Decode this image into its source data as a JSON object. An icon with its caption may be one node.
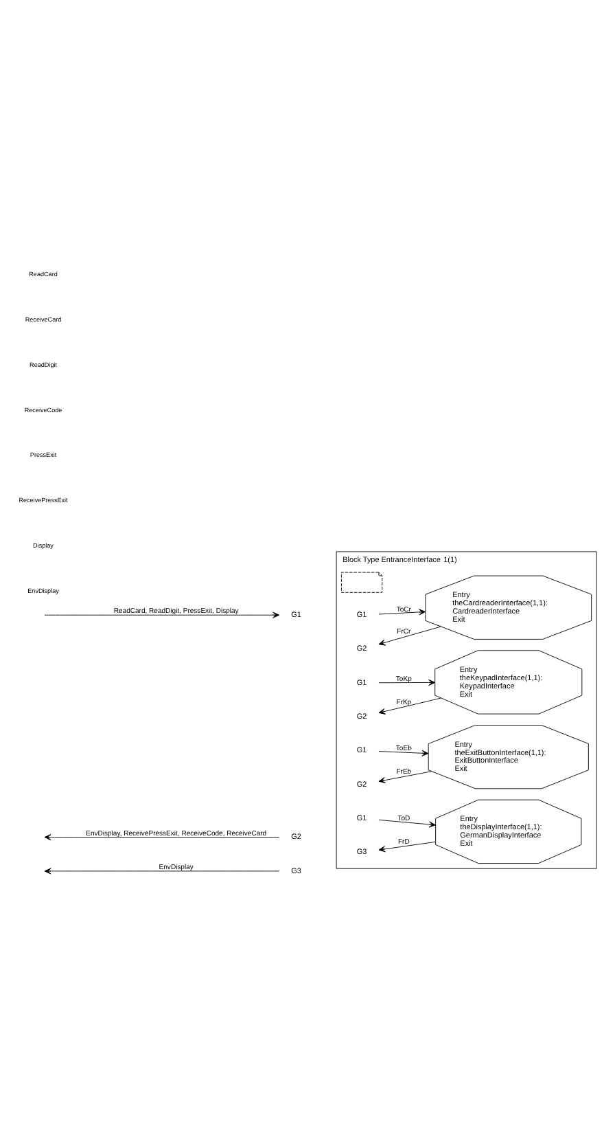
{
  "diagram": {
    "nodes": [
      {
        "text": [
          "Block Type EntranceInterface"
        ],
        "beside": [
          "1(1)"
        ]
      },
      {
        "text": [],
        "shape": "note",
        "in": 0
      },
      {
        "text": [
          "G1"
        ]
      },
      {
        "text": [
          "G1"
        ],
        "in": 0
      },
      {
        "text": [
          "Entry",
          "theCardreaderInterface(1,1): CardreaderInterface",
          "Exit"
        ],
        "in": 0
      },
      {
        "text": [
          "G2"
        ],
        "in": 0
      },
      {
        "text": [
          "G1"
        ],
        "in": 0
      },
      {
        "text": [
          "Entry",
          "theKeypadInterface(1,1): KeypadInterface",
          "Exit"
        ],
        "in": 0
      },
      {
        "text": [
          "G2"
        ],
        "in": 0
      },
      {
        "text": [
          "G1"
        ],
        "in": 0
      },
      {
        "text": [
          "Entry",
          "theExitButtonInterface(1,1): ExitButtonInterface",
          "Exit"
        ],
        "in": 0
      },
      {
        "text": [
          "G2"
        ],
        "in": 0
      },
      {
        "text": [
          "G1"
        ],
        "in": 0
      },
      {
        "text": [
          "Entry",
          "theDisplayInterface(1,1): GermanDisplayInterface",
          "Exit"
        ],
        "in": 0
      },
      {
        "text": [
          "G3"
        ],
        "in": 0
      },
      {
        "text": [
          "G2"
        ]
      },
      {
        "text": [
          "G3"
        ]
      }
    ],
    "edges": [
      {
        "from": null,
        "to": 2,
        "arrow": "to",
        "label": "ReadCard, ReadDigit, PressExit, Display"
      },
      {
        "from": 3,
        "to": 4,
        "arrow": "to",
        "label": "ToCr"
      },
      {
        "from": 4,
        "to": 5,
        "arrow": "to",
        "label": "FrCr"
      },
      {
        "from": 6,
        "to": 7,
        "arrow": "to",
        "label": "ToKp"
      },
      {
        "from": 7,
        "to": 8,
        "arrow": "to",
        "label": "FrKp"
      },
      {
        "from": 9,
        "to": 10,
        "arrow": "to",
        "label": "ToEb"
      },
      {
        "from": 10,
        "to": 11,
        "arrow": "to",
        "label": "FrEb"
      },
      {
        "from": 12,
        "to": 13,
        "arrow": "to",
        "label": "ToD"
      },
      {
        "from": 13,
        "to": 14,
        "arrow": "to",
        "label": "FrD"
      },
      {
        "from": 15,
        "to": null,
        "arrow": "to",
        "label": "EnvDisplay, ReceivePressExit, ReceiveCode, ReceiveCard"
      },
      {
        "from": 16,
        "to": null,
        "arrow": "to",
        "label": "EnvDisplay"
      }
    ],
    "labels": [
      "ReadCard",
      "ReceiveCard",
      "ReadDigit",
      "ReceiveCode",
      "PressExit",
      "ReceivePressExit",
      "Display",
      "EnvDisplay"
    ]
  }
}
